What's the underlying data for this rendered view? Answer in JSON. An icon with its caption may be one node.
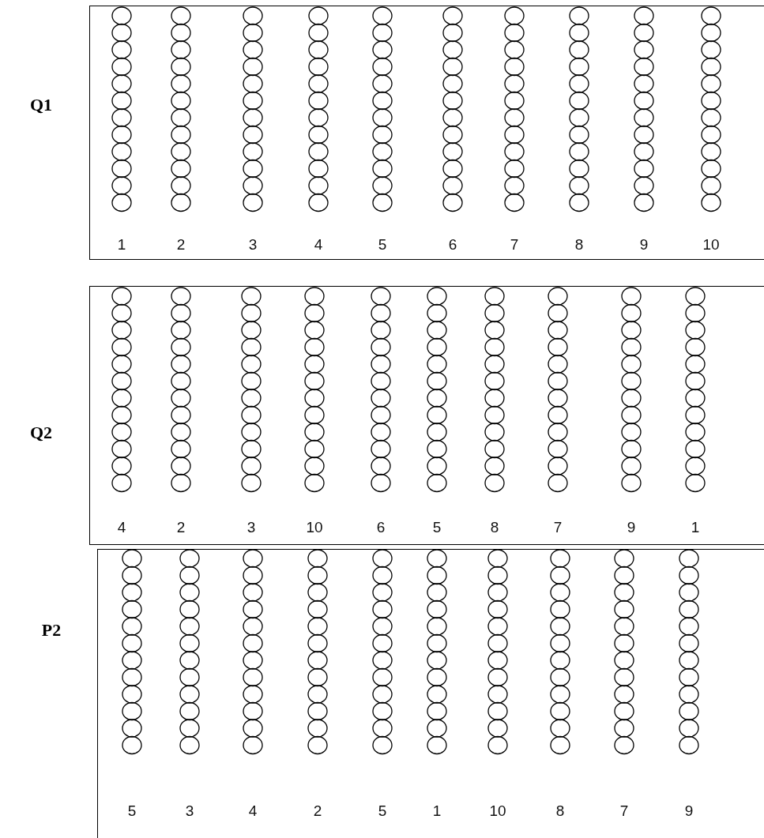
{
  "diagram": {
    "labels": [
      "Q1",
      "1",
      "2",
      "3",
      "4",
      "5",
      "6",
      "7",
      "8",
      "9",
      "10",
      "Q2",
      "4",
      "2",
      "3",
      "10",
      "6",
      "5",
      "8",
      "7",
      "9",
      "1",
      "P2",
      "5",
      "3",
      "4",
      "2",
      "5",
      "1",
      "10",
      "8",
      "7",
      "9"
    ]
  }
}
